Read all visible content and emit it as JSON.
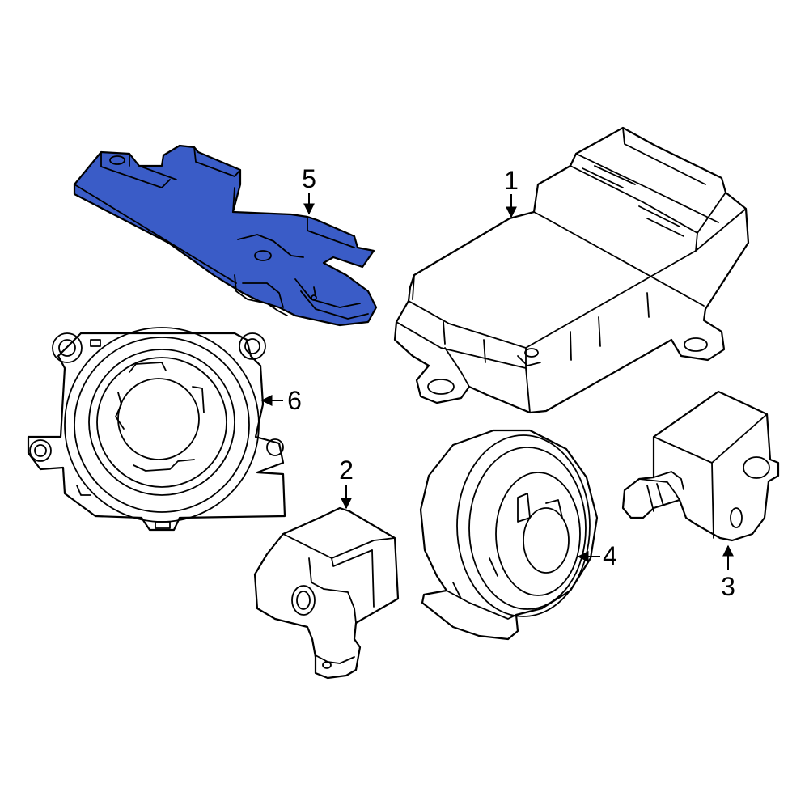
{
  "colors": {
    "highlight": "#3a5cc7",
    "line": "#000000",
    "background": "#ffffff"
  },
  "callouts": {
    "part1": "1",
    "part2": "2",
    "part3": "3",
    "part4": "4",
    "part5": "5",
    "part6": "6"
  },
  "highlighted_part": "5"
}
